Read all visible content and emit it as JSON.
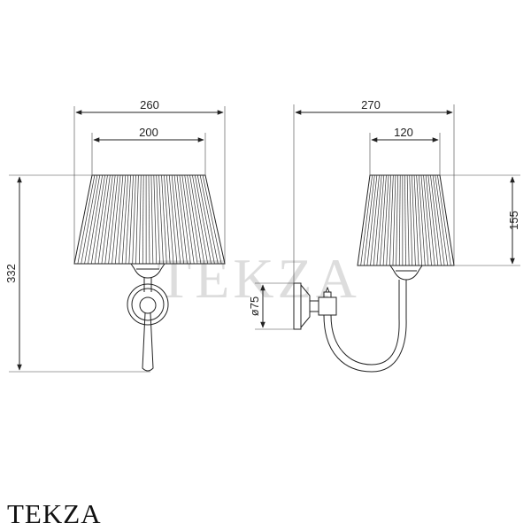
{
  "brand": "TEKZA",
  "watermark": "TEKZA",
  "front_view": {
    "overall_width": "260",
    "shade_top_width": "200",
    "overall_height": "332"
  },
  "side_view": {
    "overall_depth": "270",
    "shade_top_depth": "120",
    "shade_height": "155",
    "backplate_diameter": "ø75"
  }
}
